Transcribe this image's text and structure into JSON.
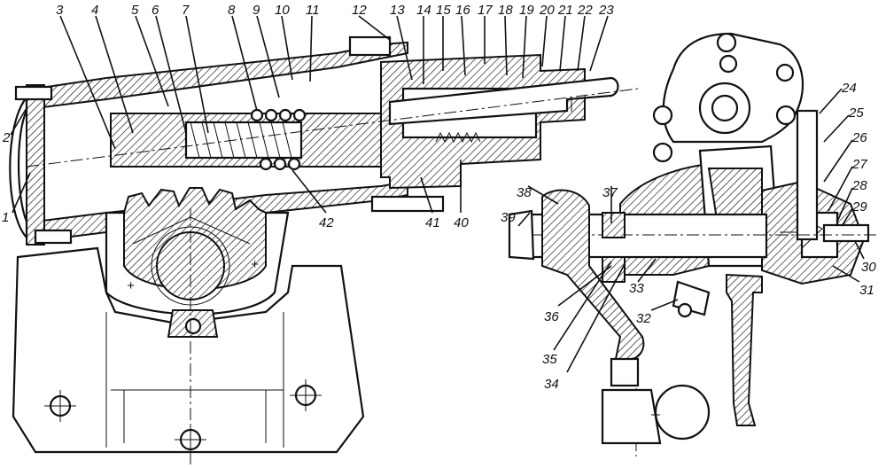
{
  "labels": [
    {
      "id": "1",
      "text": "1"
    },
    {
      "id": "2",
      "text": "2"
    },
    {
      "id": "3",
      "text": "3"
    },
    {
      "id": "4",
      "text": "4"
    },
    {
      "id": "5",
      "text": "5"
    },
    {
      "id": "6",
      "text": "6"
    },
    {
      "id": "7",
      "text": "7"
    },
    {
      "id": "8",
      "text": "8"
    },
    {
      "id": "9",
      "text": "9"
    },
    {
      "id": "10",
      "text": "10"
    },
    {
      "id": "11",
      "text": "11"
    },
    {
      "id": "12",
      "text": "12"
    },
    {
      "id": "13",
      "text": "13"
    },
    {
      "id": "14",
      "text": "14"
    },
    {
      "id": "15",
      "text": "15"
    },
    {
      "id": "16",
      "text": "16"
    },
    {
      "id": "17",
      "text": "17"
    },
    {
      "id": "18",
      "text": "18"
    },
    {
      "id": "19",
      "text": "19"
    },
    {
      "id": "20",
      "text": "20"
    },
    {
      "id": "21",
      "text": "21"
    },
    {
      "id": "22",
      "text": "22"
    },
    {
      "id": "23",
      "text": "23"
    },
    {
      "id": "24",
      "text": "24"
    },
    {
      "id": "25",
      "text": "25"
    },
    {
      "id": "26",
      "text": "26"
    },
    {
      "id": "27",
      "text": "27"
    },
    {
      "id": "28",
      "text": "28"
    },
    {
      "id": "29",
      "text": "29"
    },
    {
      "id": "30",
      "text": "30"
    },
    {
      "id": "31",
      "text": "31"
    },
    {
      "id": "32",
      "text": "32"
    },
    {
      "id": "33",
      "text": "33"
    },
    {
      "id": "34",
      "text": "34"
    },
    {
      "id": "35",
      "text": "35"
    },
    {
      "id": "36",
      "text": "36"
    },
    {
      "id": "37",
      "text": "37"
    },
    {
      "id": "38",
      "text": "38"
    },
    {
      "id": "39",
      "text": "39"
    },
    {
      "id": "40",
      "text": "40"
    },
    {
      "id": "41",
      "text": "41"
    },
    {
      "id": "42",
      "text": "42"
    }
  ]
}
